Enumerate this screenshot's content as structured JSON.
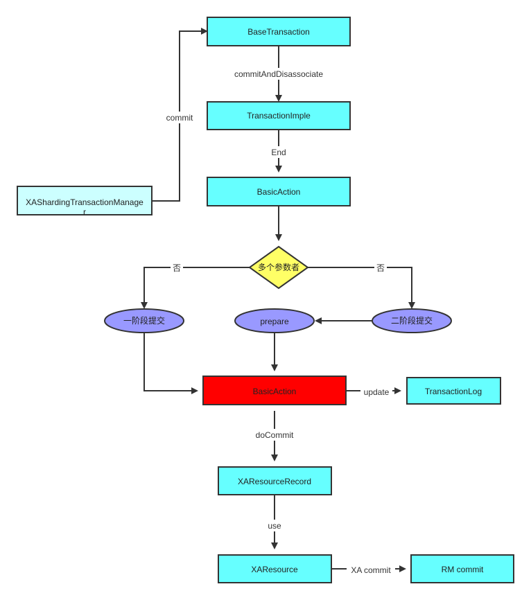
{
  "colors": {
    "box_fill": "#66ffff",
    "box_light_fill": "#ccffff",
    "highlight_fill": "#ff0000",
    "decision_fill": "#ffff66",
    "ellipse_fill": "#9999ff",
    "stroke": "#333333"
  },
  "nodes": {
    "base_transaction": "BaseTransaction",
    "transaction_imple": "TransactionImple",
    "basic_action_top": "BasicAction",
    "manager_line1": "XAShardingTransactionManage",
    "manager_line2": "r",
    "decision": "多个参数者",
    "one_phase": "一阶段提交",
    "prepare": "prepare",
    "two_phase": "二阶段提交",
    "basic_action_main": "BasicAction",
    "transaction_log": "TransactionLog",
    "xa_resource_record": "XAResourceRecord",
    "xa_resource": "XAResource",
    "rm_commit": "RM commit"
  },
  "edges": {
    "commit": "commit",
    "commit_and_disassociate": "commitAndDisassociate",
    "end": "End",
    "no_left": "否",
    "no_right": "否",
    "update": "update",
    "do_commit": "doCommit",
    "use": "use",
    "xa_commit": "XA commit"
  }
}
